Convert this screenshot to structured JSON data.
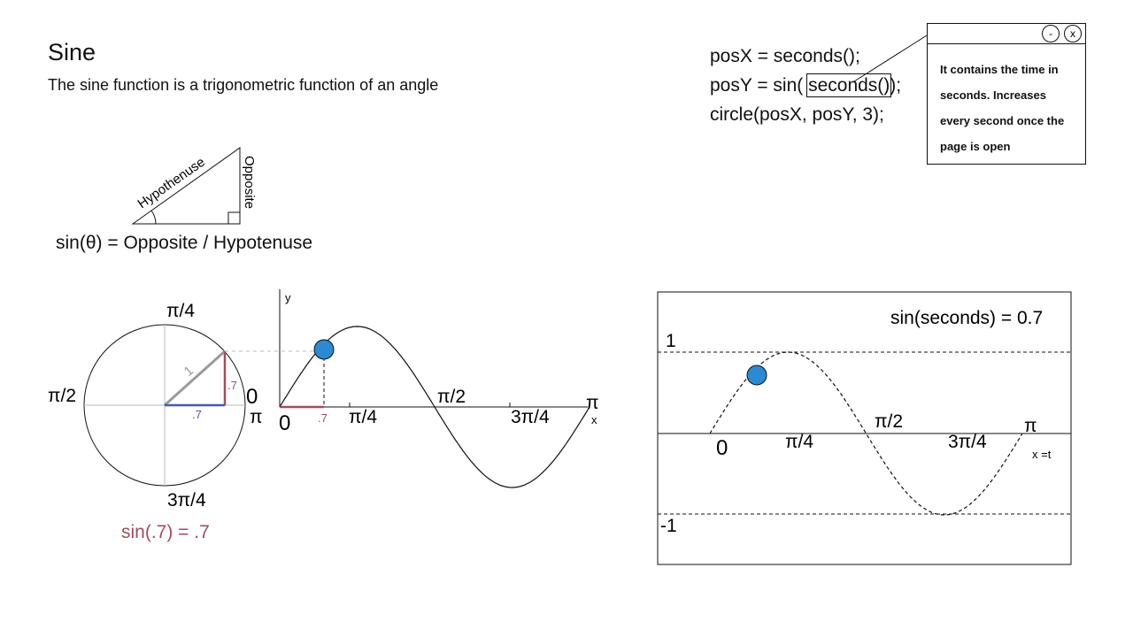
{
  "title": "Sine",
  "subtitle": "The sine function is a trigonometric function of an angle",
  "triangle": {
    "hypotenuse": "Hypothenuse",
    "opposite": "Opposite"
  },
  "formula": "sin(θ) = Opposite / Hypotenuse",
  "code": {
    "line1": "posX = seconds();",
    "line2_prefix": "posY = sin( ",
    "line2_highlight": "seconds()",
    "line2_suffix": ");",
    "line3": "circle(posX, posY, 3);"
  },
  "tooltip": {
    "minimize": "-",
    "close": "x",
    "text": "It contains the time in seconds. Increases every second once the page is open"
  },
  "unit_circle": {
    "top": "π/4",
    "left": "π/2",
    "right_zero": "0",
    "right_pi": "π",
    "bottom": "3π/4",
    "radius": "1",
    "opposite": ".7",
    "adjacent": ".7",
    "caption": "sin(.7) = .7"
  },
  "sine_graph": {
    "y_label": "y",
    "x_label": "x",
    "ticks": [
      "0",
      "π/4",
      "π/2",
      "3π/4",
      "π"
    ],
    "point_x": ".7"
  },
  "panel": {
    "equation": "sin(seconds) = 0.7",
    "y_max": "1",
    "y_min": "-1",
    "ticks": [
      "0",
      "π/4",
      "π/2",
      "3π/4",
      "π"
    ],
    "x_label": "x =t"
  },
  "colors": {
    "ball": "#2a8ad4",
    "opposite": "#a24d5e",
    "adjacent": "#4656b8",
    "radius": "#9b9b9b"
  }
}
